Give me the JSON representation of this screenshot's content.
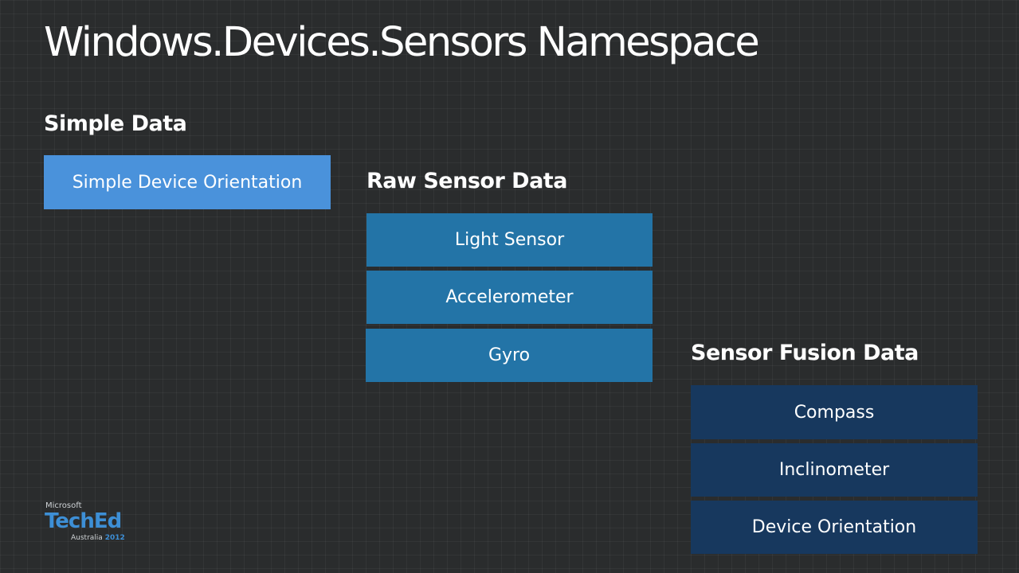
{
  "slide": {
    "title": "Windows.Devices.Sensors Namespace"
  },
  "groups": {
    "simple": {
      "heading": "Simple Data",
      "items": [
        "Simple Device Orientation"
      ]
    },
    "raw": {
      "heading": "Raw Sensor Data",
      "items": [
        "Light Sensor",
        "Accelerometer",
        "Gyro"
      ]
    },
    "fusion": {
      "heading": "Sensor Fusion Data",
      "items": [
        "Compass",
        "Inclinometer",
        "Device Orientation"
      ]
    }
  },
  "colors": {
    "background": "#2a2c2d",
    "simple_box": "#4a92db",
    "raw_box": "#2374a7",
    "fusion_box": "#17385e",
    "logo_accent": "#3d8fd6"
  },
  "logo": {
    "brand": "Microsoft",
    "name": "TechEd",
    "region": "Australia",
    "year": "2012"
  }
}
